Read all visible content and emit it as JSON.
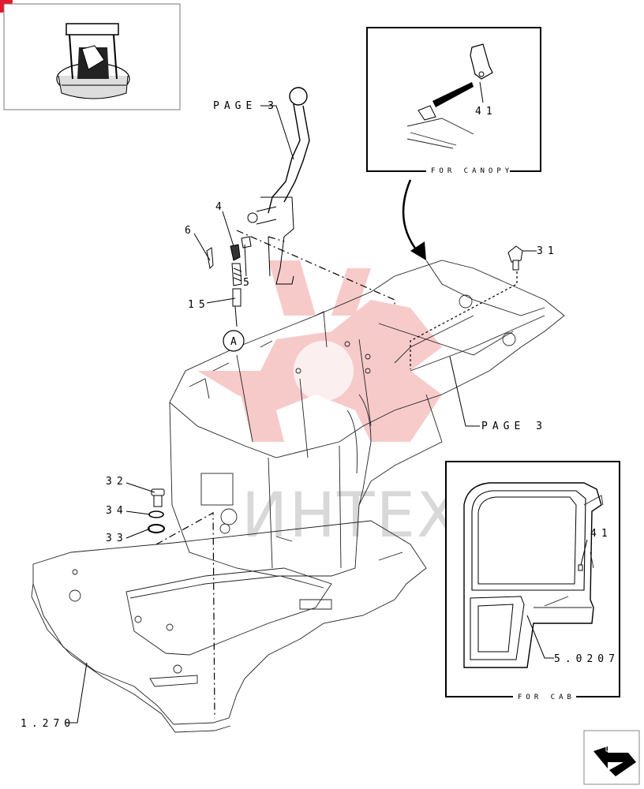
{
  "labels": {
    "page_top": "PAGE 3",
    "page_mid": "PAGE 3",
    "part_4": "4",
    "part_6": "6",
    "part_5": "5",
    "part_15": "15",
    "detail_a": "A",
    "part_41_canopy": "41",
    "part_31": "31",
    "part_32": "32",
    "part_34": "34",
    "part_33": "33",
    "ref_1270": "1.270",
    "part_41_cab": "41",
    "ref_50207": "5.0207"
  },
  "insets": {
    "canopy_caption": "FOR CANOPY",
    "cab_caption": "FOR CAB"
  },
  "watermark": {
    "text": "ИНТЕХ",
    "logo_color": "#f2a0a0"
  },
  "colors": {
    "badge": "#e8192c",
    "line": "#000000"
  },
  "icons": {
    "nav": "return-arrow-icon",
    "thumb": "machine-thumbnail-icon"
  }
}
